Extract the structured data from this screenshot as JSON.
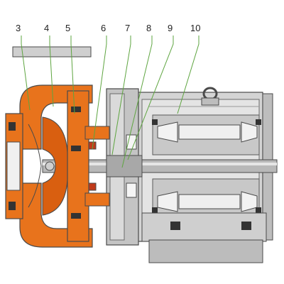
{
  "callouts": [
    {
      "id": "c3",
      "label": "3"
    },
    {
      "id": "c4",
      "label": "4"
    },
    {
      "id": "c5",
      "label": "5"
    },
    {
      "id": "c6",
      "label": "6"
    },
    {
      "id": "c7",
      "label": "7"
    },
    {
      "id": "c8",
      "label": "8"
    },
    {
      "id": "c9",
      "label": "9"
    },
    {
      "id": "c10",
      "label": "10"
    }
  ],
  "colors": {
    "casing_orange": "#e8731c",
    "body_gray": "#b9b9b9",
    "dark_gray": "#8a8a8a",
    "light_gray": "#dedede",
    "leader_green": "#5ea540",
    "outline": "#4a4a4a"
  }
}
